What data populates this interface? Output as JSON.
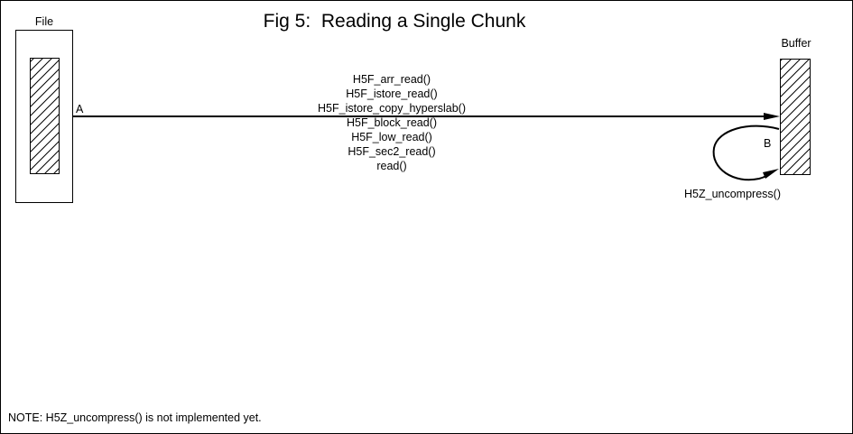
{
  "figure": {
    "title": "Fig 5:  Reading a Single Chunk",
    "note": "NOTE: H5Z_uncompress() is not implemented yet."
  },
  "file": {
    "label": "File"
  },
  "buffer": {
    "label": "Buffer"
  },
  "read_path": {
    "label": "A",
    "functions": [
      "H5F_arr_read()",
      "H5F_istore_read()",
      "H5F_istore_copy_hyperslab()",
      "H5F_block_read()",
      "H5F_low_read()",
      "H5F_sec2_read()",
      "read()"
    ]
  },
  "uncompress_path": {
    "label": "B",
    "function": "H5Z_uncompress()"
  },
  "colors": {
    "ink": "#000000",
    "background": "#ffffff"
  }
}
